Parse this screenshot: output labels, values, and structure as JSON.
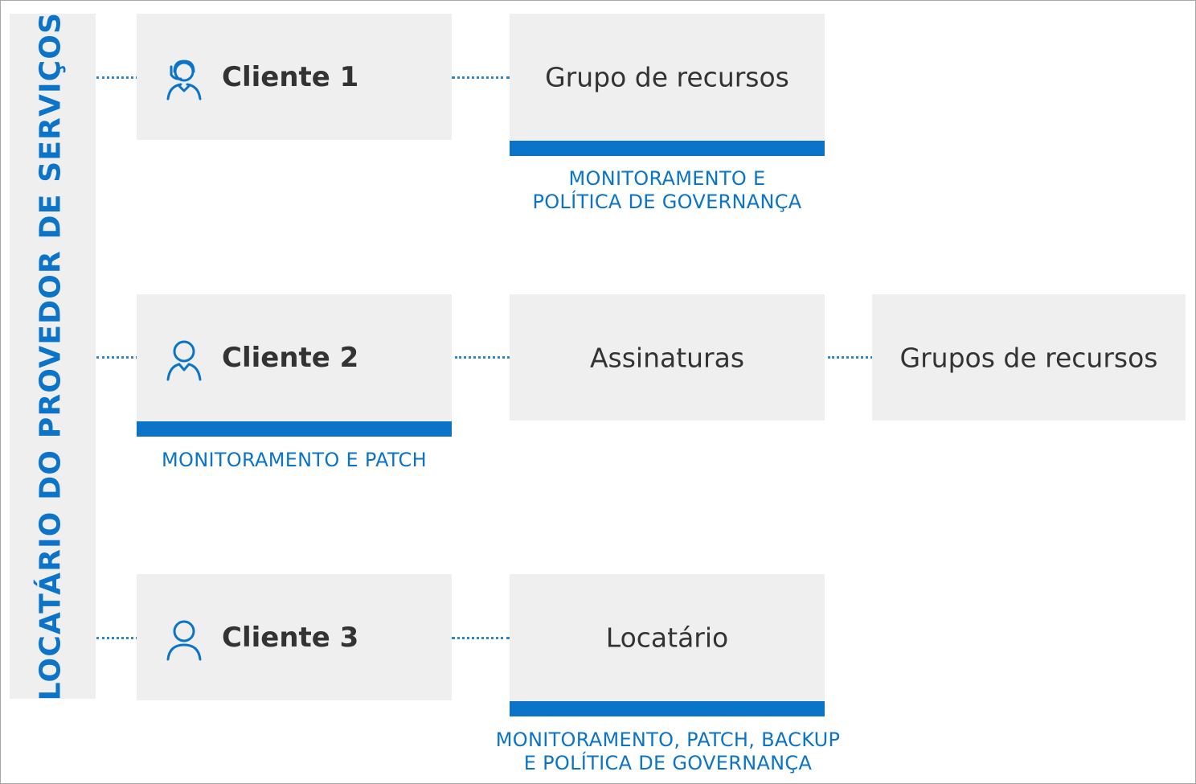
{
  "provider": {
    "label": "LOCATÁRIO DO PROVEDOR DE SERVIÇOS"
  },
  "rows": [
    {
      "client": "Cliente 1",
      "target": "Grupo de recursos",
      "caption": [
        "MONITORAMENTO E",
        "POLÍTICA DE GOVERNANÇA"
      ]
    },
    {
      "client": "Cliente 2",
      "target": "Assinaturas",
      "target2": "Grupos de recursos",
      "caption": [
        "MONITORAMENTO E PATCH"
      ]
    },
    {
      "client": "Cliente 3",
      "target": "Locatário",
      "caption": [
        "MONITORAMENTO, PATCH, BACKUP",
        "E POLÍTICA DE GOVERNANÇA"
      ]
    }
  ],
  "colors": {
    "accent": "#0b74c8",
    "box": "#efefef",
    "text": "#333333"
  },
  "icons": {
    "client1": "person-with-headset-icon",
    "client2": "person-icon",
    "client3": "person-icon"
  }
}
